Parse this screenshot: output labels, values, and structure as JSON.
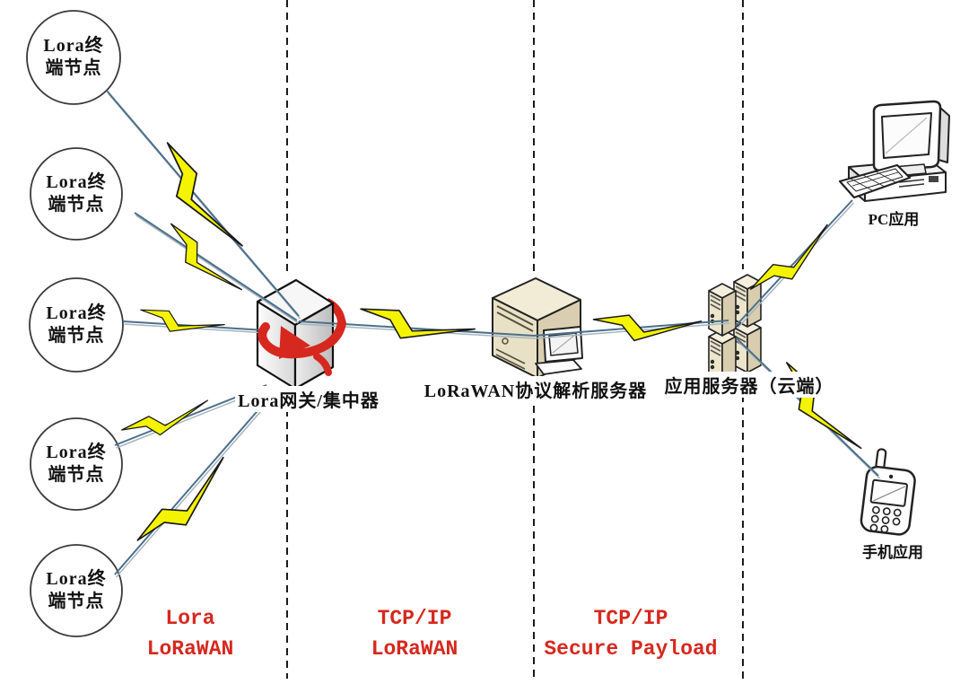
{
  "colors": {
    "background": "#ffffff",
    "bolt_yellow": "#f4f400",
    "line_blue": "#4c7089",
    "line_gray": "#a6b4c2",
    "red_accent": "#d6281e",
    "server_beige": "#e9e1c6",
    "text_black": "#111111"
  },
  "terminals": [
    {
      "line1": "Lora终",
      "line2": "端节点"
    },
    {
      "line1": "Lora终",
      "line2": "端节点"
    },
    {
      "line1": "Lora终",
      "line2": "端节点"
    },
    {
      "line1": "Lora终",
      "line2": "端节点"
    },
    {
      "line1": "Lora终",
      "line2": "端节点"
    }
  ],
  "gateway": {
    "label": "Lora网关/集中器"
  },
  "parse_server": {
    "label": "LoRaWAN协议解析服务器"
  },
  "app_server": {
    "label": "应用服务器（云端）"
  },
  "pc": {
    "label": "PC应用"
  },
  "phone": {
    "label": "手机应用"
  },
  "zones": [
    {
      "line1": "Lora",
      "line2": "LoRaWAN"
    },
    {
      "line1": "TCP/IP",
      "line2": "LoRaWAN"
    },
    {
      "line1": "TCP/IP",
      "line2": "Secure Payload"
    }
  ]
}
